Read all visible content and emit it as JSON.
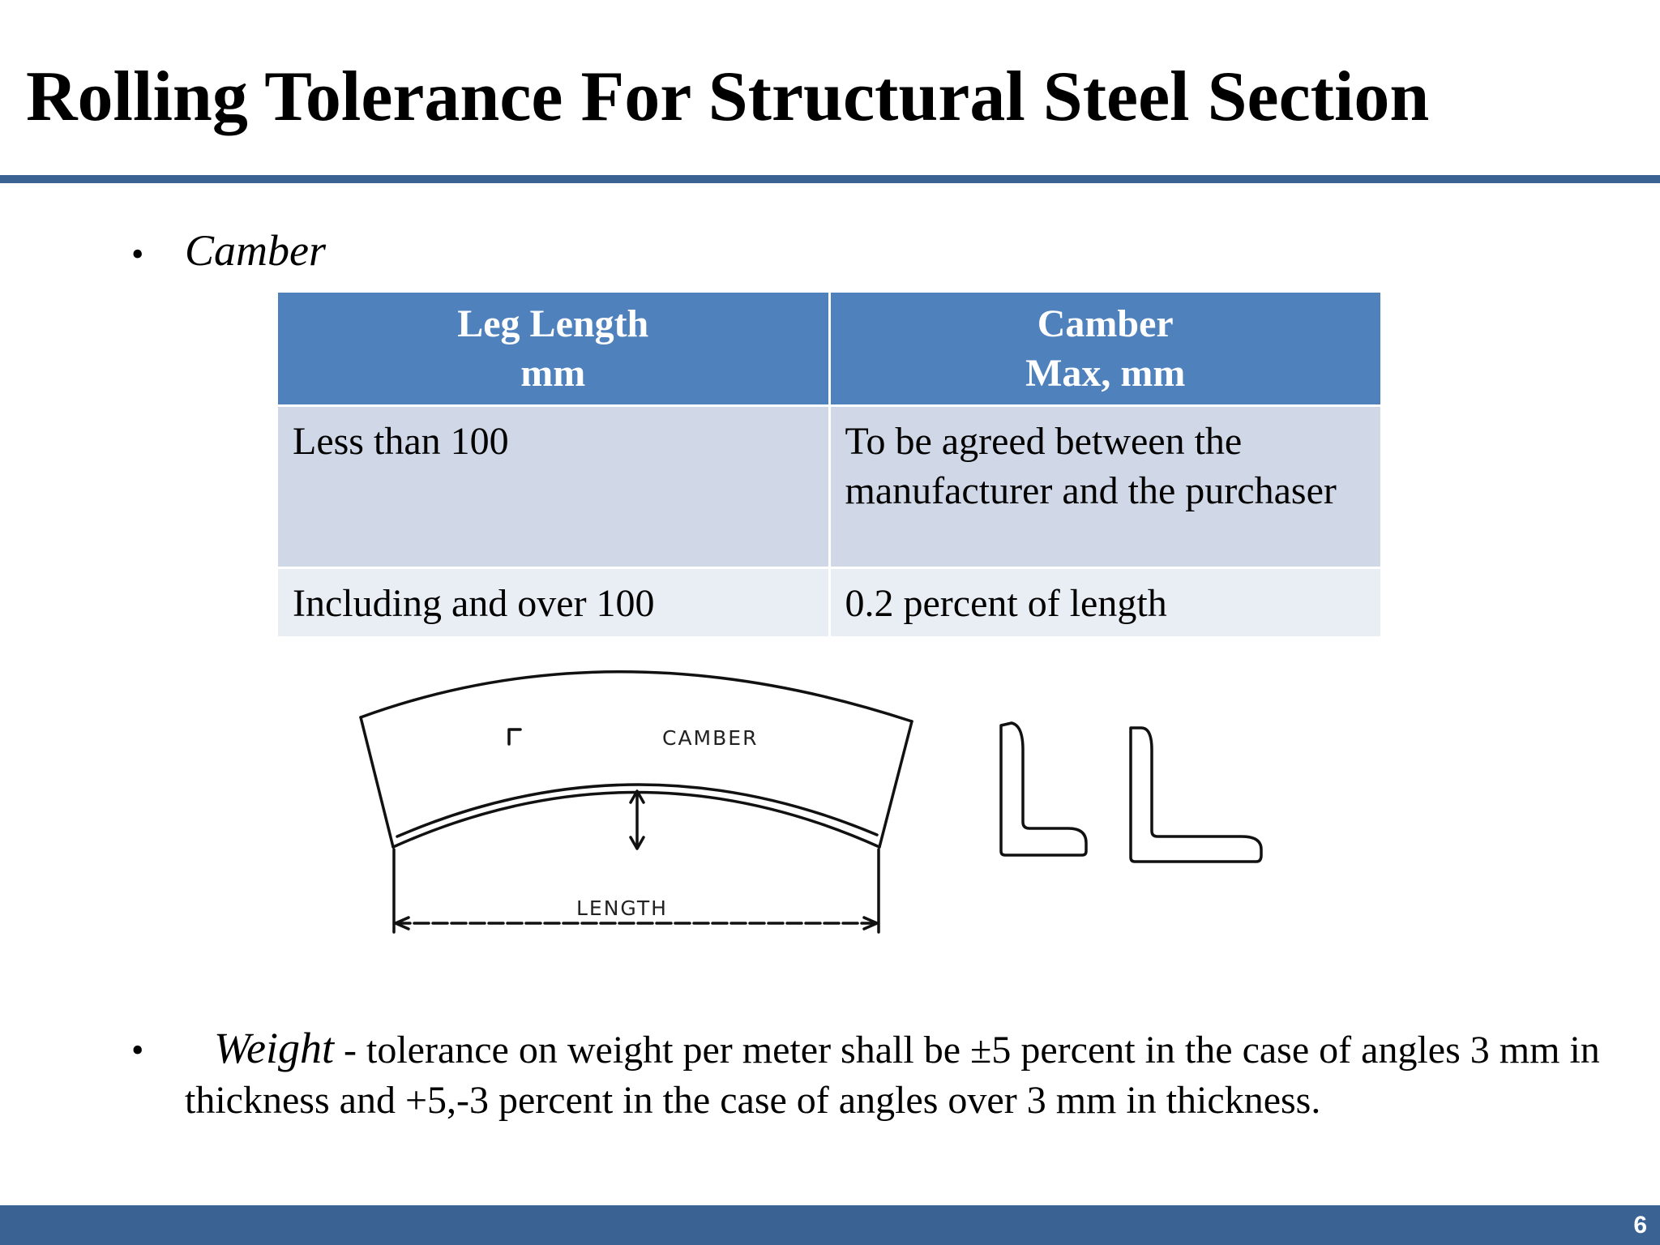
{
  "slide": {
    "title": "Rolling Tolerance For Structural Steel Section",
    "page_number": "6"
  },
  "bullets": {
    "camber_label": "Camber",
    "weight_term": "Weight",
    "weight_text": " - tolerance on weight per meter shall be ±5 percent in the case of angles 3 mm in thickness and +5,-3 percent in the case of angles over 3 mm in thickness."
  },
  "table": {
    "headers": [
      [
        "Leg Length",
        "mm"
      ],
      [
        "Camber",
        "Max, mm"
      ]
    ],
    "rows": [
      [
        "Less than 100",
        "To be agreed between the manufacturer and the purchaser"
      ],
      [
        "Including and over 100",
        "0.2 percent of length"
      ]
    ]
  },
  "figure": {
    "camber_label": "CAMBER",
    "length_label": "LENGTH",
    "icon": "angle-section-diagram"
  },
  "colors": {
    "title_rule": "#3a6394",
    "table_header": "#4f81bd",
    "table_row_odd": "#d0d8e8",
    "table_row_even": "#e9edf4",
    "footer_bar": "#3a6394"
  }
}
